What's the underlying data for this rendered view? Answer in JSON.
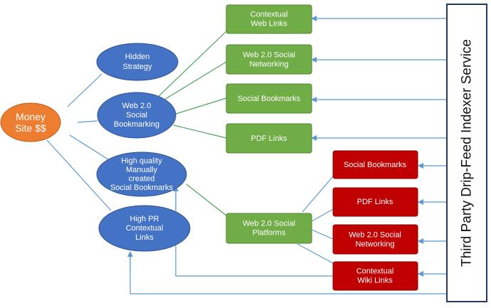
{
  "colors": {
    "money_fill": "#ed7d31",
    "oval_fill": "#4472c4",
    "green_fill": "#70ad47",
    "red_fill": "#c00000",
    "green_line": "#4aa35a",
    "blue_line": "#5b9bd5"
  },
  "nodes": {
    "money_site": "Money Site $$",
    "hidden_strategy": "Hidden Strategy",
    "web20_bookmarking": "Web 2.0 Social Bookmarking",
    "high_quality": "High quality Manually created Social Bookmarks",
    "high_pr": "High PR Contextual Links",
    "contextual_web_links": "Contextual Web Links",
    "web20_networking": "Web 2.0 Social Networking",
    "social_bookmarks": "Social Bookmarks",
    "pdf_links": "PDF Links",
    "web20_platforms": "Web 2.0 Social Platforms",
    "red_social_bookmarks": "Social Bookmarks",
    "red_pdf_links": "PDF Links",
    "red_web20_networking": "Web 2.0 Social Networking",
    "red_contextual_wiki": "Contextual Wiki Links"
  },
  "indexer": {
    "label": "Third Party Drip-Feed Indexer Service"
  }
}
